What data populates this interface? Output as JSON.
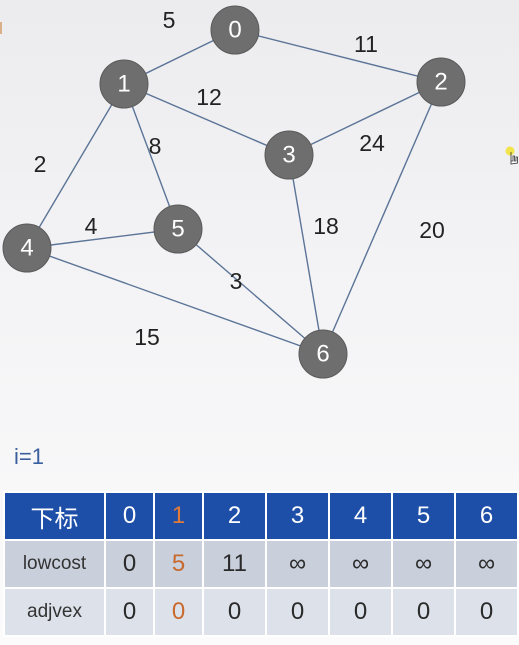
{
  "graph": {
    "nodes": [
      "0",
      "1",
      "2",
      "3",
      "4",
      "5",
      "6"
    ],
    "edges": [
      {
        "from": "1",
        "to": "0",
        "weight": "5"
      },
      {
        "from": "0",
        "to": "2",
        "weight": "11"
      },
      {
        "from": "1",
        "to": "3",
        "weight": "12"
      },
      {
        "from": "1",
        "to": "5",
        "weight": "8"
      },
      {
        "from": "1",
        "to": "4",
        "weight": "2"
      },
      {
        "from": "3",
        "to": "2",
        "weight": "24"
      },
      {
        "from": "3",
        "to": "6",
        "weight": "18"
      },
      {
        "from": "2",
        "to": "6",
        "weight": "20"
      },
      {
        "from": "4",
        "to": "5",
        "weight": "4"
      },
      {
        "from": "5",
        "to": "6",
        "weight": "3"
      },
      {
        "from": "4",
        "to": "6",
        "weight": "15"
      }
    ]
  },
  "iteration": "i=1",
  "table": {
    "header": [
      "下标",
      "0",
      "1",
      "2",
      "3",
      "4",
      "5",
      "6"
    ],
    "rows": [
      [
        "lowcost",
        "0",
        "5",
        "11",
        "∞",
        "∞",
        "∞",
        "∞"
      ],
      [
        "adjvex",
        "0",
        "0",
        "0",
        "0",
        "0",
        "0",
        "0"
      ]
    ],
    "highlight_color": "#c86a2e"
  },
  "colors": {
    "node_fill": "#6e6e6e",
    "edge": "#5b7497",
    "header_bg": "#1e4fa8"
  }
}
